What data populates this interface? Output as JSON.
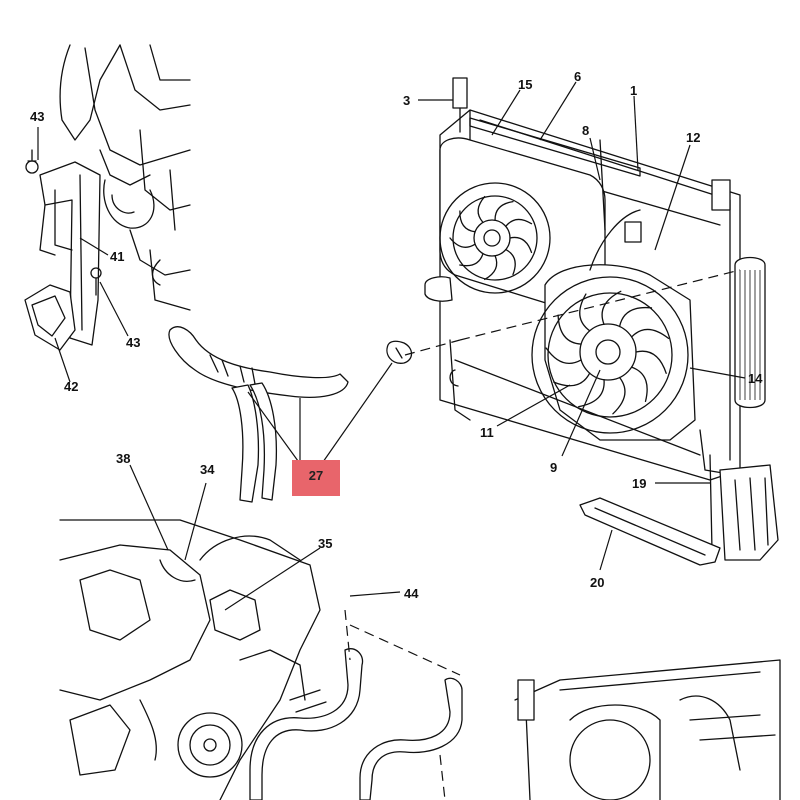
{
  "callouts": [
    {
      "id": "1",
      "text": "1"
    },
    {
      "id": "3",
      "text": "3"
    },
    {
      "id": "6",
      "text": "6"
    },
    {
      "id": "8",
      "text": "8"
    },
    {
      "id": "9",
      "text": "9"
    },
    {
      "id": "11",
      "text": "11"
    },
    {
      "id": "12",
      "text": "12"
    },
    {
      "id": "14",
      "text": "14"
    },
    {
      "id": "15",
      "text": "15"
    },
    {
      "id": "19",
      "text": "19"
    },
    {
      "id": "20",
      "text": "20"
    },
    {
      "id": "27",
      "text": "27"
    },
    {
      "id": "34",
      "text": "34"
    },
    {
      "id": "35",
      "text": "35"
    },
    {
      "id": "38",
      "text": "38"
    },
    {
      "id": "41",
      "text": "41"
    },
    {
      "id": "42",
      "text": "42"
    },
    {
      "id": "43a",
      "text": "43"
    },
    {
      "id": "43b",
      "text": "43"
    },
    {
      "id": "44",
      "text": "44"
    }
  ],
  "highlight": {
    "label": "27",
    "color": "#e8656b"
  }
}
